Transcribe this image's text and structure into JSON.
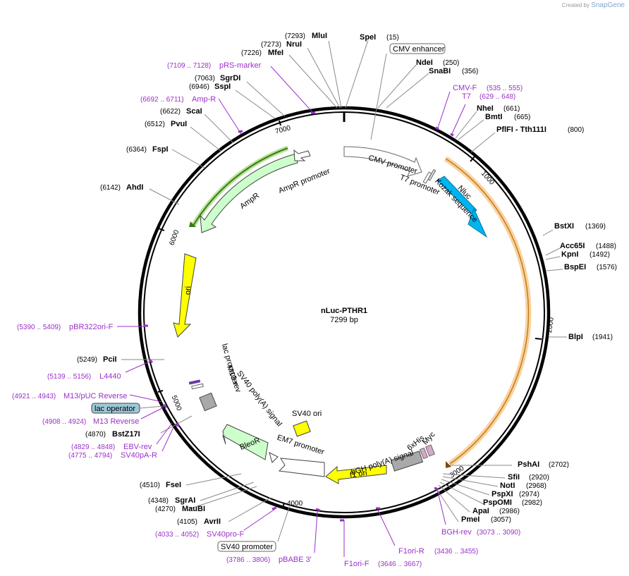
{
  "credit": {
    "prefix": "Created by",
    "brand": "SnapGene"
  },
  "plasmid": {
    "name": "nLuc-PTHR1",
    "length_label": "7299 bp",
    "length": 7299
  },
  "colors": {
    "feature_purple": "#9b30c8",
    "enzyme": "#000000",
    "ori_yellow": "#ffff00",
    "nluc_cyan": "#00b4f0",
    "ampr_green": "#ccffcc",
    "bleor_green": "#ccffcc",
    "orf_orange": "#f4a640",
    "ampr_orf": "#4f9a1c"
  },
  "ticks": [
    "1000",
    "2000",
    "3000",
    "4000",
    "5000",
    "6000",
    "7000"
  ],
  "enzyme_labels": [
    {
      "pos": "(7293)",
      "name": "MluI"
    },
    {
      "pos": "(15)",
      "name": "SpeI"
    },
    {
      "pos": "(7273)",
      "name": "NruI"
    },
    {
      "pos": "(7226)",
      "name": "MfeI"
    },
    {
      "pos": "(250)",
      "name": "NdeI"
    },
    {
      "pos": "(356)",
      "name": "SnaBI"
    },
    {
      "pos": "(7063)",
      "name": "SgrDI"
    },
    {
      "pos": "(6946)",
      "name": "SspI"
    },
    {
      "pos": "(661)",
      "name": "NheI"
    },
    {
      "pos": "(665)",
      "name": "BmtI"
    },
    {
      "pos": "(800)",
      "name": "PflFI - Tth111I"
    },
    {
      "pos": "(6622)",
      "name": "ScaI"
    },
    {
      "pos": "(6512)",
      "name": "PvuI"
    },
    {
      "pos": "(6364)",
      "name": "FspI"
    },
    {
      "pos": "(6142)",
      "name": "AhdI"
    },
    {
      "pos": "(1369)",
      "name": "BstXI"
    },
    {
      "pos": "(1488)",
      "name": "Acc65I"
    },
    {
      "pos": "(1492)",
      "name": "KpnI"
    },
    {
      "pos": "(1576)",
      "name": "BspEI"
    },
    {
      "pos": "(1941)",
      "name": "BlpI"
    },
    {
      "pos": "(5249)",
      "name": "PciI"
    },
    {
      "pos": "(4870)",
      "name": "BstZ17I"
    },
    {
      "pos": "(2702)",
      "name": "PshAI"
    },
    {
      "pos": "(2920)",
      "name": "SfiI"
    },
    {
      "pos": "(2968)",
      "name": "NotI"
    },
    {
      "pos": "(2974)",
      "name": "PspXI"
    },
    {
      "pos": "(2982)",
      "name": "PspOMI"
    },
    {
      "pos": "(2986)",
      "name": "ApaI"
    },
    {
      "pos": "(3057)",
      "name": "PmeI"
    },
    {
      "pos": "(4510)",
      "name": "FseI"
    },
    {
      "pos": "(4348)",
      "name": "SgrAI"
    },
    {
      "pos": "(4270)",
      "name": "MauBI"
    },
    {
      "pos": "(4105)",
      "name": "AvrII"
    }
  ],
  "primer_labels": [
    {
      "range": "(7109 .. 7128)",
      "name": "pRS-marker"
    },
    {
      "range": "(6692 .. 6711)",
      "name": "Amp-R"
    },
    {
      "range": "(535 .. 555)",
      "name": "CMV-F"
    },
    {
      "range": "(629 .. 648)",
      "name": "T7"
    },
    {
      "range": "(5390 .. 5409)",
      "name": "pBR322ori-F"
    },
    {
      "range": "(5139 .. 5156)",
      "name": "L4440"
    },
    {
      "range": "(4921 .. 4943)",
      "name": "M13/pUC Reverse"
    },
    {
      "range": "(4908 .. 4924)",
      "name": "M13 Reverse"
    },
    {
      "range": "(4829 .. 4848)",
      "name": "EBV-rev"
    },
    {
      "range": "(4775 .. 4794)",
      "name": "SV40pA-R"
    },
    {
      "range": "(4033 .. 4052)",
      "name": "SV40pro-F"
    },
    {
      "range": "(3786 .. 3806)",
      "name": "pBABE 3'"
    },
    {
      "range": "(3646 .. 3667)",
      "name": "F1ori-F"
    },
    {
      "range": "(3436 .. 3455)",
      "name": "F1ori-R"
    },
    {
      "range": "(3073 .. 3090)",
      "name": "BGH-rev"
    }
  ],
  "boxed_labels": {
    "cmv_enhancer": "CMV enhancer",
    "lac_operator": "lac operator",
    "sv40_promoter": "SV40 promoter"
  },
  "feature_labels": {
    "cmv_promoter": "CMV promoter",
    "t7_promoter": "T7 promoter",
    "kozak": "Kozak sequence",
    "nluc": "Nluc",
    "ampr": "AmpR",
    "ampr_promoter": "AmpR promoter",
    "ori": "ori",
    "lac_promoter": "lac promoter",
    "m13_rev": "M13 rev",
    "sv40_polya": "SV40 poly(A) signal",
    "sv40_ori": "SV40 ori",
    "bleor": "BleoR",
    "em7": "EM7 promoter",
    "f1_ori": "f1 ori",
    "bgh_polya": "bGH poly(A) signal",
    "his6": "6xHis",
    "myc": "Myc"
  }
}
